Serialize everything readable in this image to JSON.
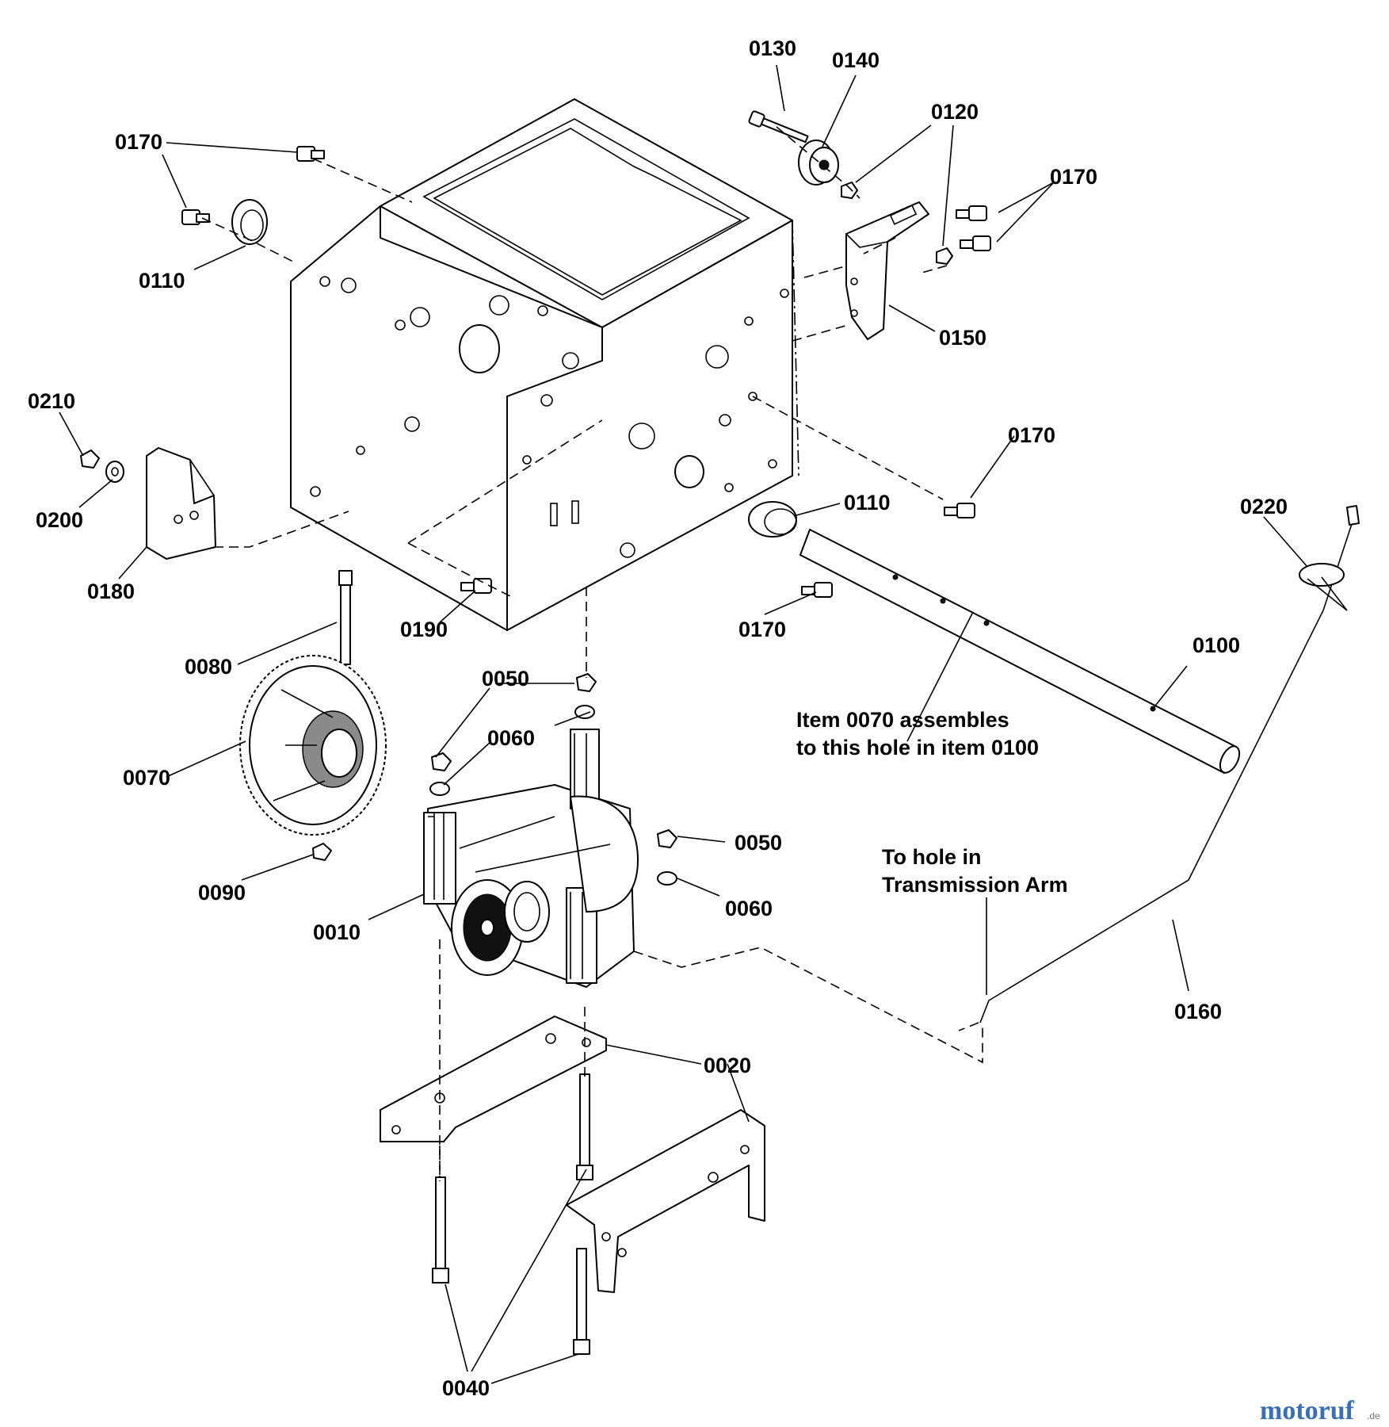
{
  "callouts": {
    "c0130": "0130",
    "c0140": "0140",
    "c0120": "0120",
    "c0170_a": "0170",
    "c0170_b": "0170",
    "c0170_c": "0170",
    "c0170_d": "0170",
    "c0110_a": "0110",
    "c0110_b": "0110",
    "c0150": "0150",
    "c0210": "0210",
    "c0200": "0200",
    "c0180": "0180",
    "c0190": "0190",
    "c0080": "0080",
    "c0070": "0070",
    "c0090": "0090",
    "c0010": "0010",
    "c0050_a": "0050",
    "c0050_b": "0050",
    "c0060_a": "0060",
    "c0060_b": "0060",
    "c0100": "0100",
    "c0220": "0220",
    "c0160": "0160",
    "c0020": "0020",
    "c0040": "0040"
  },
  "notes": {
    "item0070_line1": "Item 0070 assembles",
    "item0070_line2": "to this hole in item 0100",
    "trans_line1": "To hole in",
    "trans_line2": "Transmission Arm"
  },
  "watermark": {
    "text": "motoruf",
    "suffix": ".de"
  }
}
